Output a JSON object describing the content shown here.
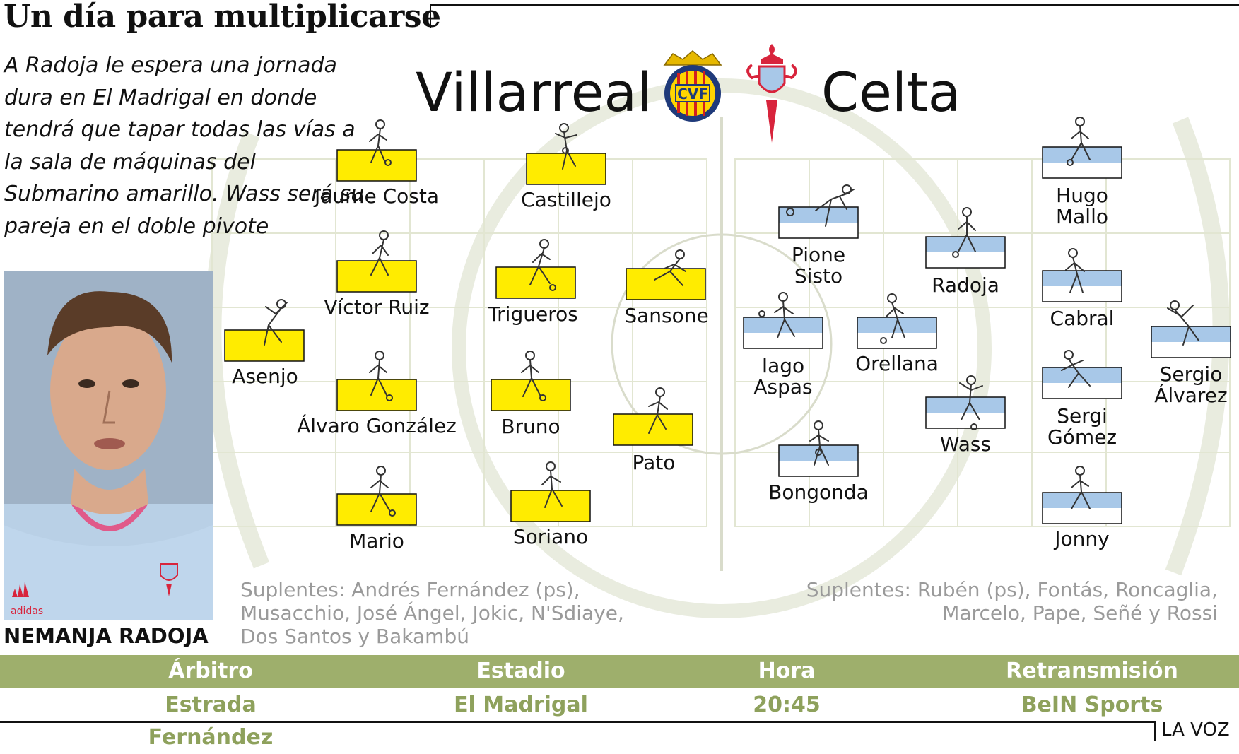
{
  "header": {
    "title": "Un día para multiplicarse",
    "intro": "A Radoja le espera una jornada dura en El Madrigal en donde tendrá que tapar todas las vías a la sala de máquinas del Submarino amarillo. Wass será su pareja en el doble pivote"
  },
  "featured_player": {
    "name": "NEMANJA RADOJA",
    "shirt_brand": "adidas"
  },
  "teams": {
    "home": {
      "name": "Villarreal",
      "crest_text": "CVF",
      "color": "#ffec00",
      "players": [
        "Jaume Costa",
        "Castillejo",
        "Víctor Ruiz",
        "Trigueros",
        "Sansone",
        "Asenjo",
        "Álvaro González",
        "Bruno",
        "Pato",
        "Mario",
        "Soriano"
      ],
      "subs": [
        "Suplentes: Andrés Fernández (ps),",
        "Musacchio, José Ángel, Jokic, N'Sdiaye,",
        "Dos Santos y Bakambú"
      ]
    },
    "away": {
      "name": "Celta",
      "color": "#a8c8e8",
      "players": [
        "Hugo Mallo",
        "Pione Sisto",
        "Radoja",
        "Cabral",
        "Iago Aspas",
        "Orellana",
        "Sergio Álvarez",
        "Sergi Gómez",
        "Wass",
        "Bongonda",
        "Jonny"
      ],
      "subs": [
        "Suplentes: Rubén (ps), Fontás, Roncaglia,",
        "Marcelo, Pape, Señé y Rossi"
      ]
    }
  },
  "match_info": {
    "headers": [
      "Árbitro",
      "Estadio",
      "Hora",
      "Retransmisión"
    ],
    "values": [
      "Estrada Fernández",
      "El Madrigal",
      "20:45",
      "BeIN Sports"
    ]
  },
  "colors": {
    "pitch_lines": "#e2e6d2",
    "info_bar": "#9eaf6c",
    "info_value_text": "#8ea15c",
    "celta_red": "#d8243c",
    "villarreal_blue": "#1f3a7a"
  },
  "footer": {
    "brand": "LA VOZ"
  }
}
